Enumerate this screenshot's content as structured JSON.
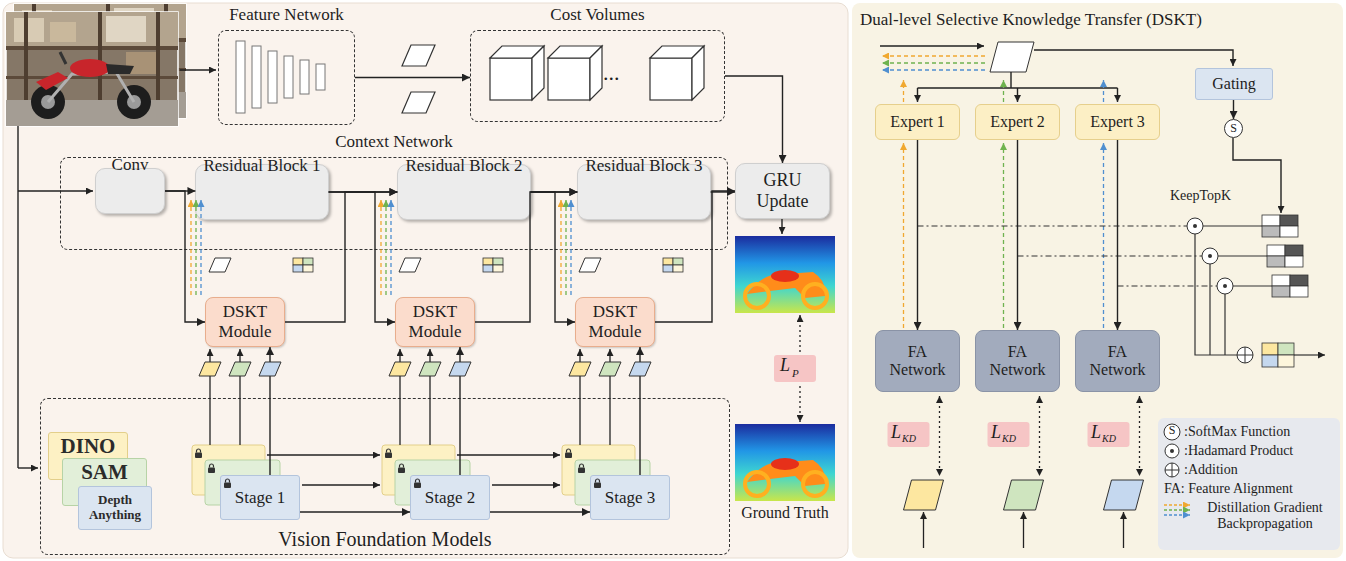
{
  "diagram": {
    "nodes": [
      {
        "text": [
          "Feature Network"
        ]
      },
      {
        "text": [
          "Cost Volumes"
        ]
      },
      {
        "text": [
          "Context Network"
        ]
      },
      {
        "text": [
          "Conv"
        ],
        "in": 2
      },
      {
        "text": [
          "Residual Block 1"
        ],
        "in": 2
      },
      {
        "text": [
          "Residual Block 2"
        ],
        "in": 2
      },
      {
        "text": [
          "Residual Block 3"
        ],
        "in": 2
      },
      {
        "text": [
          "GRU Update"
        ]
      },
      {
        "text": [
          "DSKT Module"
        ]
      },
      {
        "text": [
          "DSKT Module"
        ]
      },
      {
        "text": [
          "DSKT Module"
        ]
      },
      {
        "text": [
          "Vision Foundation Models"
        ]
      },
      {
        "text": [
          "DINO"
        ],
        "in": 11
      },
      {
        "text": [
          "SAM"
        ],
        "in": 11
      },
      {
        "text": [
          "Depth Anything"
        ],
        "in": 11
      },
      {
        "text": [
          "Stage 1"
        ],
        "in": 11
      },
      {
        "text": [
          "Stage 2"
        ],
        "in": 11
      },
      {
        "text": [
          "Stage 3"
        ],
        "in": 11
      },
      {
        "text": [
          "Dual-level Selective Knowledge Transfer (DSKT)"
        ]
      },
      {
        "text": [
          "Gating"
        ],
        "in": 18
      },
      {
        "text": [
          "S"
        ],
        "in": 18
      },
      {
        "text": [
          "Expert 1"
        ],
        "in": 18
      },
      {
        "text": [
          "Expert 2"
        ],
        "in": 18
      },
      {
        "text": [
          "Expert 3"
        ],
        "in": 18
      },
      {
        "text": [
          "FA Network"
        ],
        "in": 18
      },
      {
        "text": [
          "FA Network"
        ],
        "in": 18
      },
      {
        "text": [
          "FA Network"
        ],
        "in": 18
      }
    ],
    "edges": [
      {
        "from": 0,
        "to": 1,
        "arrow": "to"
      },
      {
        "from": 1,
        "to": 7,
        "arrow": "to"
      },
      {
        "from": 3,
        "to": 4,
        "arrow": "to"
      },
      {
        "from": 4,
        "to": 5,
        "arrow": "to"
      },
      {
        "from": 5,
        "to": 6,
        "arrow": "to"
      },
      {
        "from": 6,
        "to": 7,
        "arrow": "to"
      },
      {
        "from": 3,
        "to": 8,
        "arrow": "to"
      },
      {
        "from": 8,
        "to": 5,
        "arrow": "to"
      },
      {
        "from": 4,
        "to": 9,
        "arrow": "to"
      },
      {
        "from": 9,
        "to": 6,
        "arrow": "to"
      },
      {
        "from": 5,
        "to": 10,
        "arrow": "to"
      },
      {
        "from": 10,
        "to": 7,
        "arrow": "to"
      },
      {
        "from": 15,
        "to": 8,
        "arrow": "to"
      },
      {
        "from": 16,
        "to": 9,
        "arrow": "to"
      },
      {
        "from": 17,
        "to": 10,
        "arrow": "to"
      },
      {
        "from": 15,
        "to": 16,
        "arrow": "to"
      },
      {
        "from": 16,
        "to": 17,
        "arrow": "to"
      },
      {
        "from": 19,
        "to": 20,
        "arrow": "to"
      },
      {
        "from": 21,
        "to": 24,
        "arrow": "to"
      },
      {
        "from": 22,
        "to": 25,
        "arrow": "to"
      },
      {
        "from": 23,
        "to": 26,
        "arrow": "to"
      }
    ],
    "labels": [
      "...",
      "L",
      "P",
      "Ground Truth",
      "KeepTopK",
      "L",
      "KD",
      "L",
      "KD",
      "L",
      "KD",
      "S"
    ],
    "legend": [
      {
        "text": ":SoftMax Function"
      },
      {
        "text": ":Hadamard Product"
      },
      {
        "text": ":Addition"
      },
      {
        "text": "FA: Feature Alignment"
      },
      {
        "text": "Distillation Gradient Backpropagation"
      }
    ]
  }
}
